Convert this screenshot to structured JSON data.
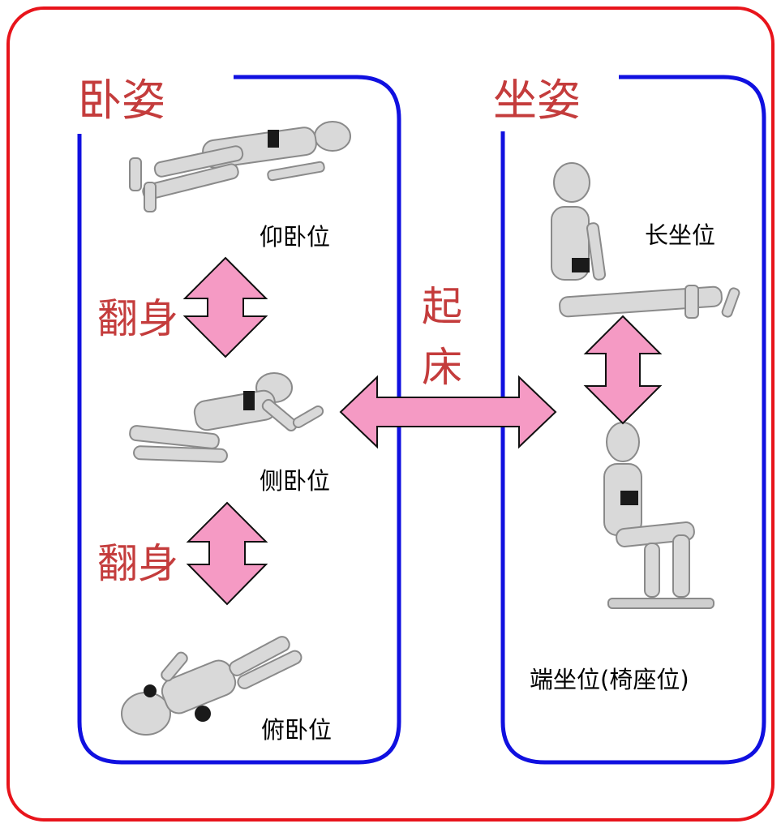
{
  "colors": {
    "outer_border": "#e8141b",
    "group_border": "#1010e0",
    "title_text": "#c43c3c",
    "arrow_fill": "#f59ac4",
    "arrow_stroke": "#111111",
    "figure_fill": "#d9d9d9",
    "figure_stroke": "#8a8a8a",
    "figure_dark": "#1a1a1a"
  },
  "lying_group": {
    "title": "卧姿",
    "postures": [
      {
        "label": "仰卧位",
        "figure": "supine-figure"
      },
      {
        "label": "侧卧位",
        "figure": "side-lying-figure"
      },
      {
        "label": "俯卧位",
        "figure": "prone-figure"
      }
    ],
    "transitions": [
      {
        "label": "翻身",
        "icon": "double-arrow-vertical"
      },
      {
        "label": "翻身",
        "icon": "double-arrow-vertical"
      }
    ]
  },
  "sitting_group": {
    "title": "坐姿",
    "postures": [
      {
        "label": "长坐位",
        "figure": "long-sitting-figure"
      },
      {
        "label": "端坐位(椅座位)",
        "figure": "chair-sitting-figure"
      }
    ],
    "transitions": [
      {
        "label": "",
        "icon": "double-arrow-vertical"
      }
    ]
  },
  "center_transition": {
    "label_line1": "起",
    "label_line2": "床",
    "icon": "double-arrow-horizontal"
  }
}
